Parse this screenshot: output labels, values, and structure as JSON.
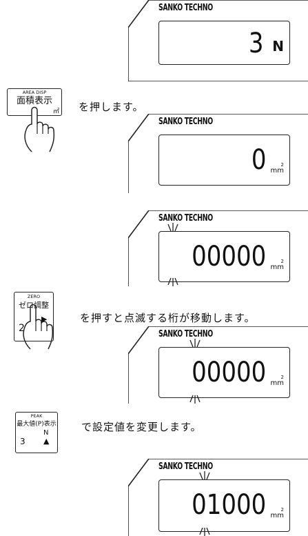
{
  "brand": "SANKO TECHNO",
  "display1": {
    "value": "3",
    "unit": "N"
  },
  "key_area": {
    "top_label": "AREA DISP",
    "main_label": "面積表示",
    "unit_mark": "㎡"
  },
  "instruction1": "を押します。",
  "display2": {
    "value": "0",
    "unit": "mm",
    "unit_exp": "2"
  },
  "display3": {
    "value": "00000",
    "unit": "mm",
    "unit_exp": "2"
  },
  "key_zero": {
    "top_label": "ZERO",
    "main_label": "ゼロ調整",
    "number": "2",
    "arrow": "▶"
  },
  "instruction2": "を押すと点滅する桁が移動します。",
  "display4": {
    "value": "00000",
    "unit": "mm",
    "unit_exp": "2"
  },
  "key_peak": {
    "top_label": "PEAK",
    "main_label": "最大値(P)表示",
    "number": "3",
    "unit_mark": "N",
    "arrow": "▲"
  },
  "instruction3": "で設定値を変更します。",
  "display5": {
    "value": "01000",
    "unit": "mm",
    "unit_exp": "2"
  }
}
